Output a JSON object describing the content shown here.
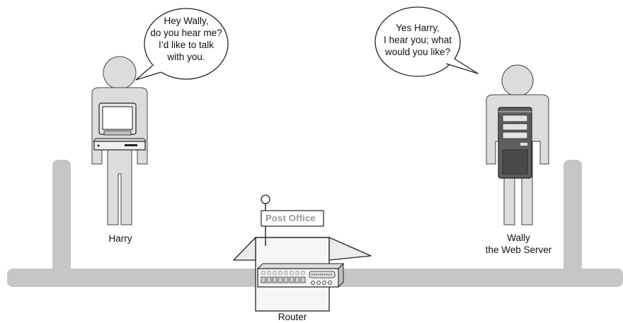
{
  "harry": {
    "speech": [
      "Hey Wally,",
      "do you hear me?",
      "I’d like to talk",
      "with you."
    ],
    "name": "Harry"
  },
  "wally": {
    "speech": [
      "Yes Harry,",
      "I hear you; what",
      "would you like?"
    ],
    "name_line1": "Wally",
    "name_line2": "the Web Server"
  },
  "router": {
    "sign": "Post Office",
    "label": "Router"
  },
  "colors": {
    "network": "#c6c6c6",
    "person": "#dcdcdc",
    "outline": "#444444",
    "device": "#9a9a9a"
  }
}
